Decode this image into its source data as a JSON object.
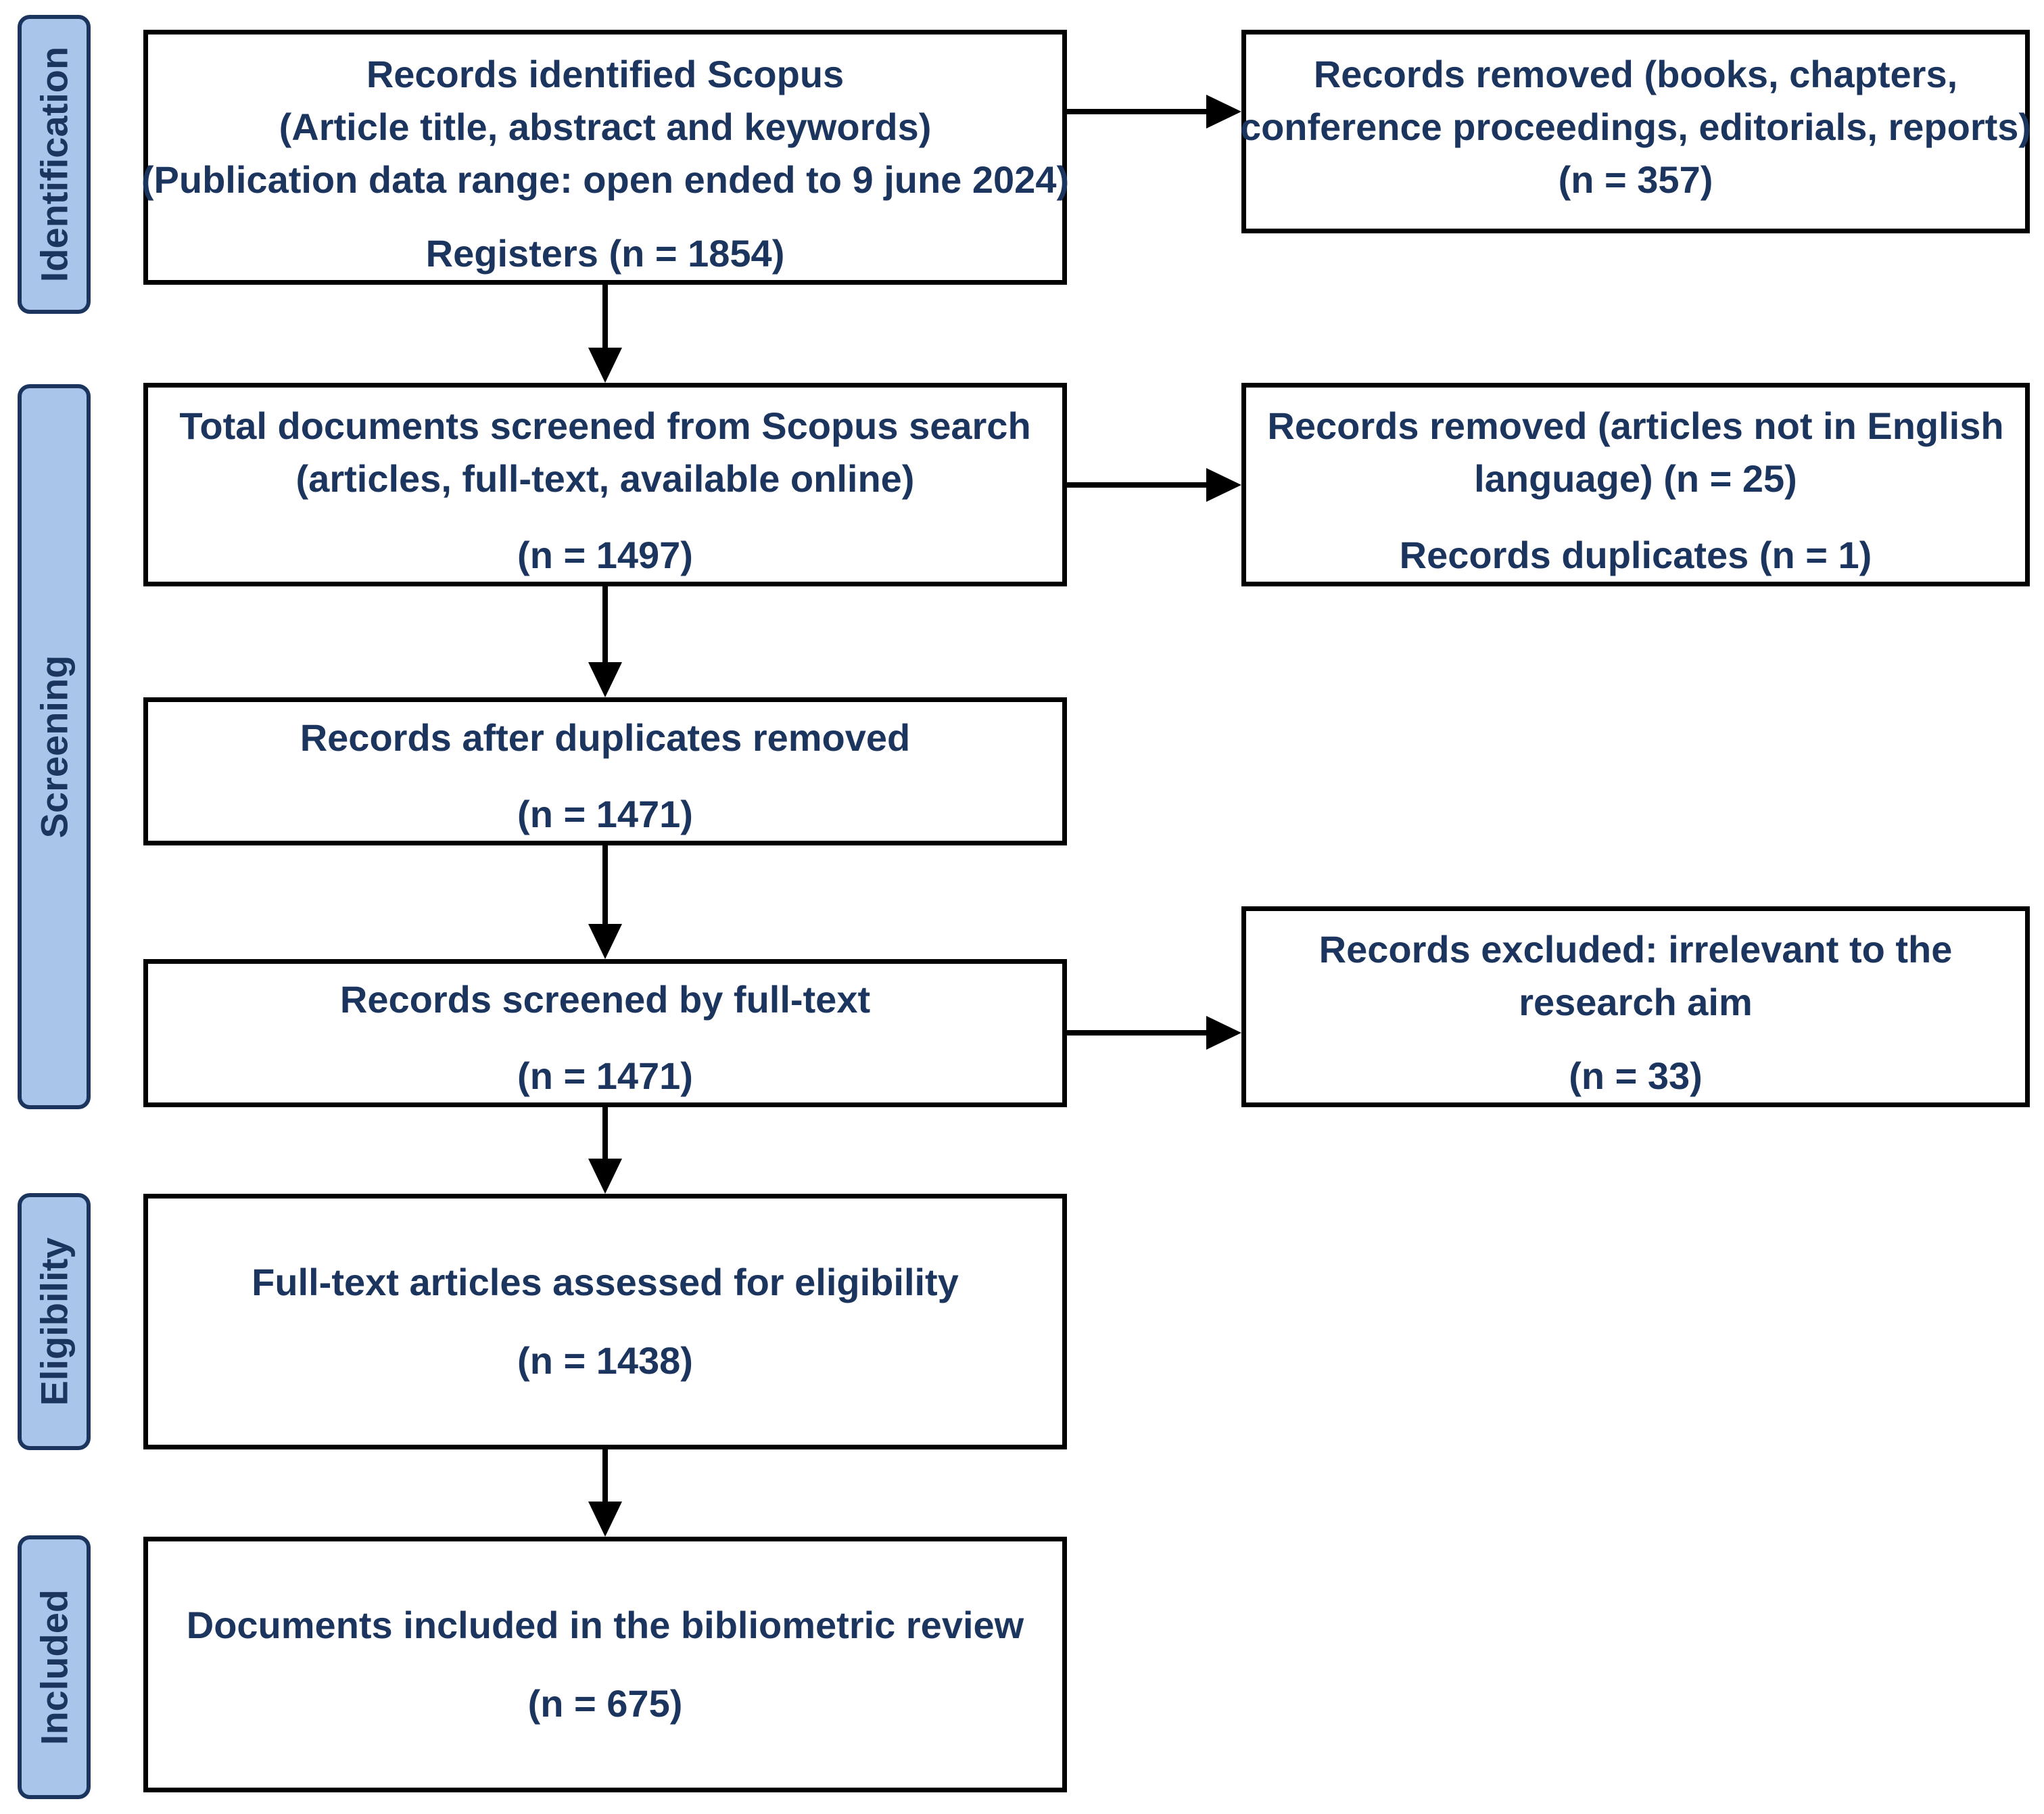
{
  "phases": {
    "identification": "Identification",
    "screening": "Screening",
    "eligibility": "Eligibility",
    "included": "Included"
  },
  "boxes": {
    "identified": {
      "lines": [
        "Records identified Scopus",
        "(Article title, abstract and keywords)",
        "(Publication data range: open ended to 9 june 2024)"
      ],
      "count": "Registers (n = 1854)"
    },
    "removed_types": {
      "lines": [
        "Records removed (books, chapters,",
        "conference proceedings, editorials, reports)",
        "(n = 357)"
      ]
    },
    "total_screened": {
      "lines": [
        "Total documents screened from Scopus search",
        "(articles, full-text, available online)"
      ],
      "count": "(n = 1497)"
    },
    "removed_language": {
      "lines": [
        "Records removed (articles not in English",
        "language) (n = 25)"
      ],
      "count": "Records duplicates (n = 1)"
    },
    "after_duplicates": {
      "title": "Records after duplicates removed",
      "count": "(n = 1471)"
    },
    "screened_fulltext": {
      "title": "Records screened by full-text",
      "count": "(n = 1471)"
    },
    "excluded": {
      "lines": [
        "Records excluded: irrelevant to the",
        "research aim"
      ],
      "count": "(n = 33)"
    },
    "eligibility": {
      "title": "Full-text articles assessed for eligibility",
      "count": "(n = 1438)"
    },
    "included": {
      "title": "Documents included in the bibliometric review",
      "count": "(n = 675)"
    }
  },
  "colors": {
    "text": "#1c355e",
    "phase_fill": "#a9c5ea",
    "phase_border": "#1c355e",
    "box_border": "#000000",
    "arrow": "#000000"
  }
}
